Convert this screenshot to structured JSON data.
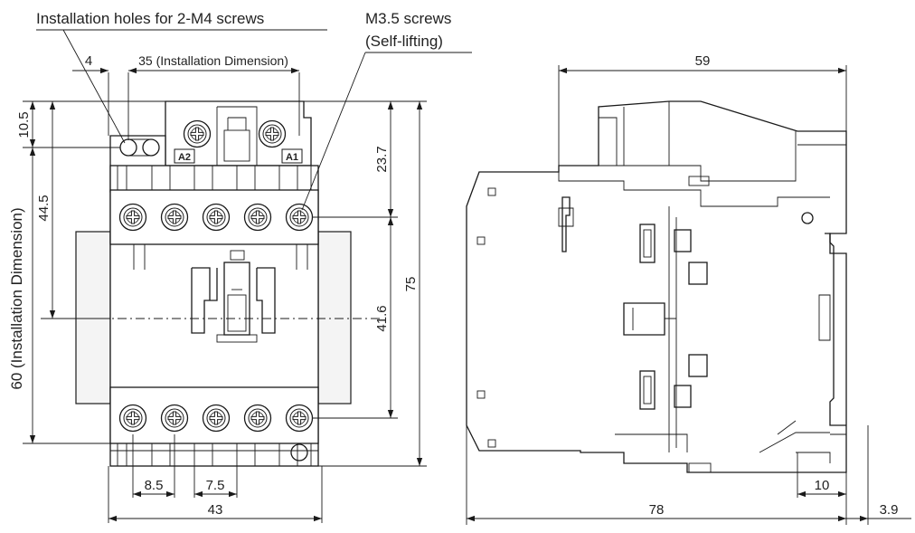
{
  "labels": {
    "holes": "Installation holes for 2-M4 screws",
    "screws_line1": "M3.5 screws",
    "screws_line2": "(Self-lifting)",
    "install_35": "35 (Installation Dimension)",
    "install_60": "60 (Installation Dimension)"
  },
  "terminals": {
    "a2": "A2",
    "a1": "A1"
  },
  "dimensions": {
    "d4": "4",
    "d10_5": "10.5",
    "d44_5": "44.5",
    "d23_7": "23.7",
    "d75": "75",
    "d41_6": "41.6",
    "d8_5": "8.5",
    "d7_5": "7.5",
    "d43": "43",
    "d59": "59",
    "d78": "78",
    "d10": "10",
    "d3_9": "3.9"
  }
}
